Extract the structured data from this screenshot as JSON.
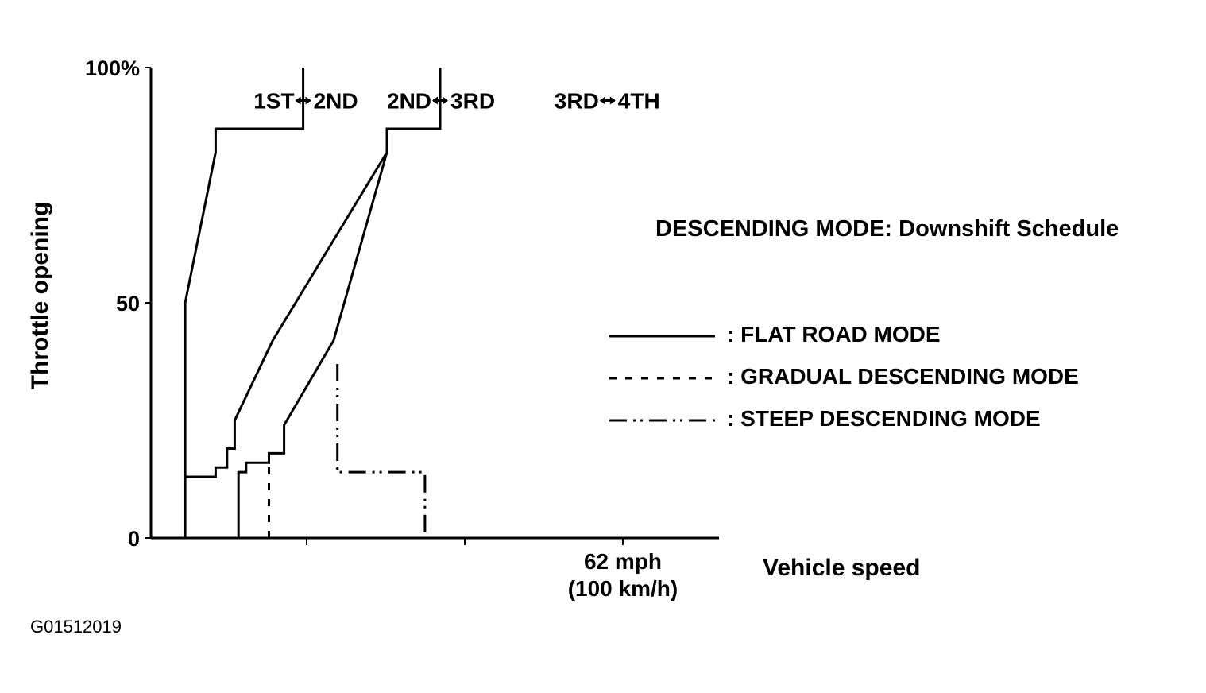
{
  "figure_id": "G01512019",
  "chart_data": {
    "type": "line",
    "title": "DESCENDING MODE: Downshift Schedule",
    "xlabel": "Vehicle speed",
    "ylabel": "Throttle opening",
    "x_units": "mph",
    "ylim": [
      0,
      100
    ],
    "y_ticks": [
      {
        "value": 0,
        "label": "0"
      },
      {
        "value": 50,
        "label": "50"
      },
      {
        "value": 100,
        "label": "100%"
      }
    ],
    "x_ticks": [
      {
        "value": 62,
        "label": "62 mph",
        "label2": "(100 km/h)"
      }
    ],
    "shift_labels": [
      {
        "from": "1ST",
        "to": "2ND",
        "x": 20,
        "y": 93
      },
      {
        "from": "2ND",
        "to": "3RD",
        "x": 38,
        "y": 93
      },
      {
        "from": "3RD",
        "to": "4TH",
        "x": 60,
        "y": 93
      }
    ],
    "series": [
      {
        "name": "FLAT ROAD MODE",
        "style": "solid",
        "color": "#000000",
        "segments": [
          [
            [
              4.5,
              0
            ],
            [
              4.5,
              50
            ],
            [
              8.5,
              82
            ],
            [
              8.5,
              87
            ],
            [
              20,
              87
            ],
            [
              20,
              100
            ]
          ],
          [
            [
              11.5,
              0
            ],
            [
              11.5,
              14
            ],
            [
              12.5,
              14
            ],
            [
              12.5,
              16
            ],
            [
              15.5,
              16
            ],
            [
              15.5,
              18
            ],
            [
              17.5,
              18
            ],
            [
              17.5,
              24
            ],
            [
              24,
              42
            ],
            [
              31,
              82
            ],
            [
              31,
              87
            ],
            [
              38,
              87
            ],
            [
              38,
              100
            ]
          ],
          [
            [
              4.5,
              13
            ],
            [
              8.5,
              13
            ],
            [
              8.5,
              15
            ],
            [
              10,
              15
            ],
            [
              10,
              19
            ],
            [
              11,
              19
            ],
            [
              11,
              25
            ],
            [
              16,
              42
            ],
            [
              31,
              82
            ],
            [
              31,
              87
            ],
            [
              38,
              87
            ],
            [
              38,
              100
            ]
          ]
        ]
      },
      {
        "name": "GRADUAL DESCENDING MODE",
        "style": "dashed",
        "color": "#000000",
        "segments": [
          [
            [
              15.5,
              0
            ],
            [
              15.5,
              18
            ]
          ]
        ]
      },
      {
        "name": "STEEP DESCENDING MODE",
        "style": "dash-dot-dot",
        "color": "#000000",
        "segments": [
          [
            [
              24.5,
              37
            ],
            [
              24.5,
              14
            ],
            [
              36,
              14
            ],
            [
              36,
              0
            ]
          ]
        ]
      }
    ],
    "legend": {
      "placement": "right",
      "separator": ": "
    }
  }
}
